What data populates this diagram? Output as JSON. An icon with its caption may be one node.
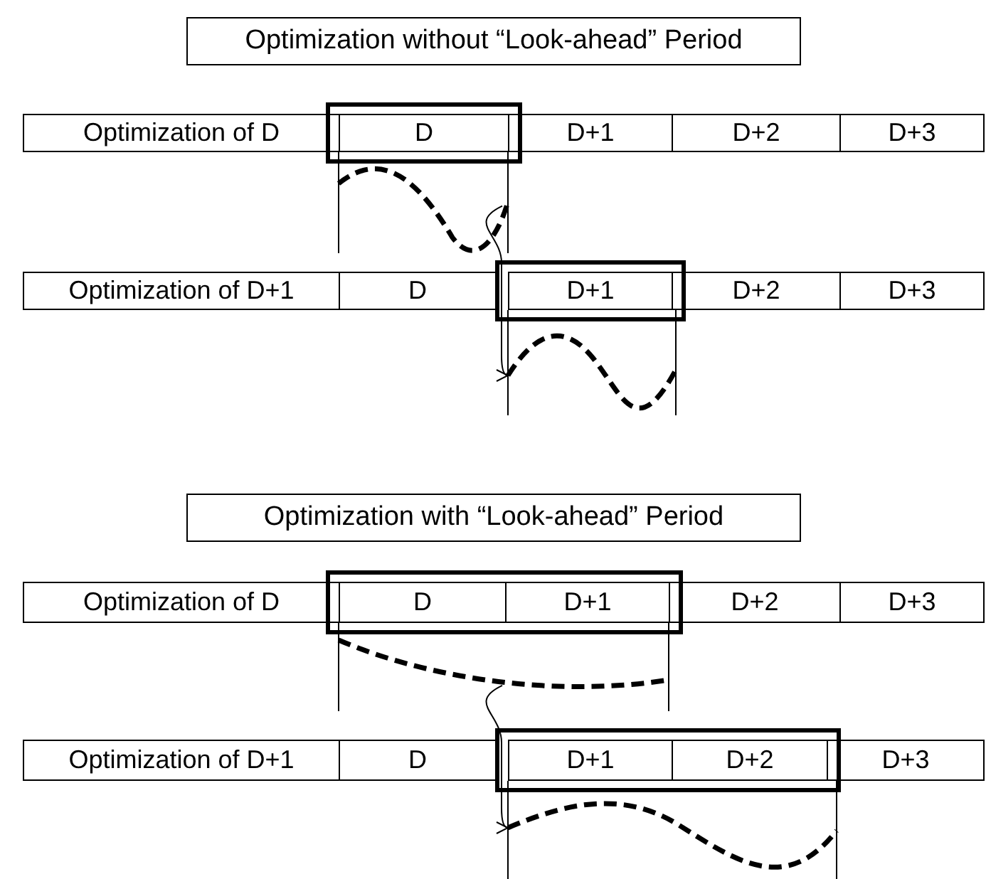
{
  "diagram": {
    "nodes": [
      {
        "text": [
          "Optimization without “Look-ahead” Period"
        ]
      },
      {
        "text": [
          "Optimization of D"
        ]
      },
      {
        "text": [],
        "shape": "box"
      },
      {
        "text": [
          "D"
        ],
        "in": 2
      },
      {
        "text": [
          "D+1"
        ]
      },
      {
        "text": [
          "D+2"
        ]
      },
      {
        "text": [
          "D+3"
        ]
      },
      {
        "text": [],
        "shape": "curve"
      },
      {
        "text": [
          "Optimization of D+1"
        ]
      },
      {
        "text": [
          "D"
        ]
      },
      {
        "text": [],
        "shape": "box"
      },
      {
        "text": [
          "D+1"
        ],
        "in": 10
      },
      {
        "text": [
          "D+2"
        ]
      },
      {
        "text": [
          "D+3"
        ]
      },
      {
        "text": [],
        "shape": "curve"
      },
      {
        "text": [
          "Optimization with “Look-ahead” Period"
        ]
      },
      {
        "text": [
          "Optimization of D"
        ]
      },
      {
        "text": [],
        "shape": "box"
      },
      {
        "text": [
          "D"
        ],
        "in": 17
      },
      {
        "text": [
          "D+1"
        ],
        "in": 17
      },
      {
        "text": [
          "D+2"
        ]
      },
      {
        "text": [
          "D+3"
        ]
      },
      {
        "text": [],
        "shape": "curve"
      },
      {
        "text": [
          "Optimization of D+1"
        ]
      },
      {
        "text": [
          "D"
        ]
      },
      {
        "text": [],
        "shape": "box"
      },
      {
        "text": [
          "D+1"
        ],
        "in": 25
      },
      {
        "text": [
          "D+2"
        ],
        "in": 25
      },
      {
        "text": [
          "D+3"
        ]
      },
      {
        "text": [],
        "shape": "curve"
      }
    ],
    "edges": [
      {
        "from": 7,
        "to": 14,
        "arrow": "to"
      },
      {
        "from": 22,
        "to": 29,
        "arrow": "to"
      }
    ]
  }
}
